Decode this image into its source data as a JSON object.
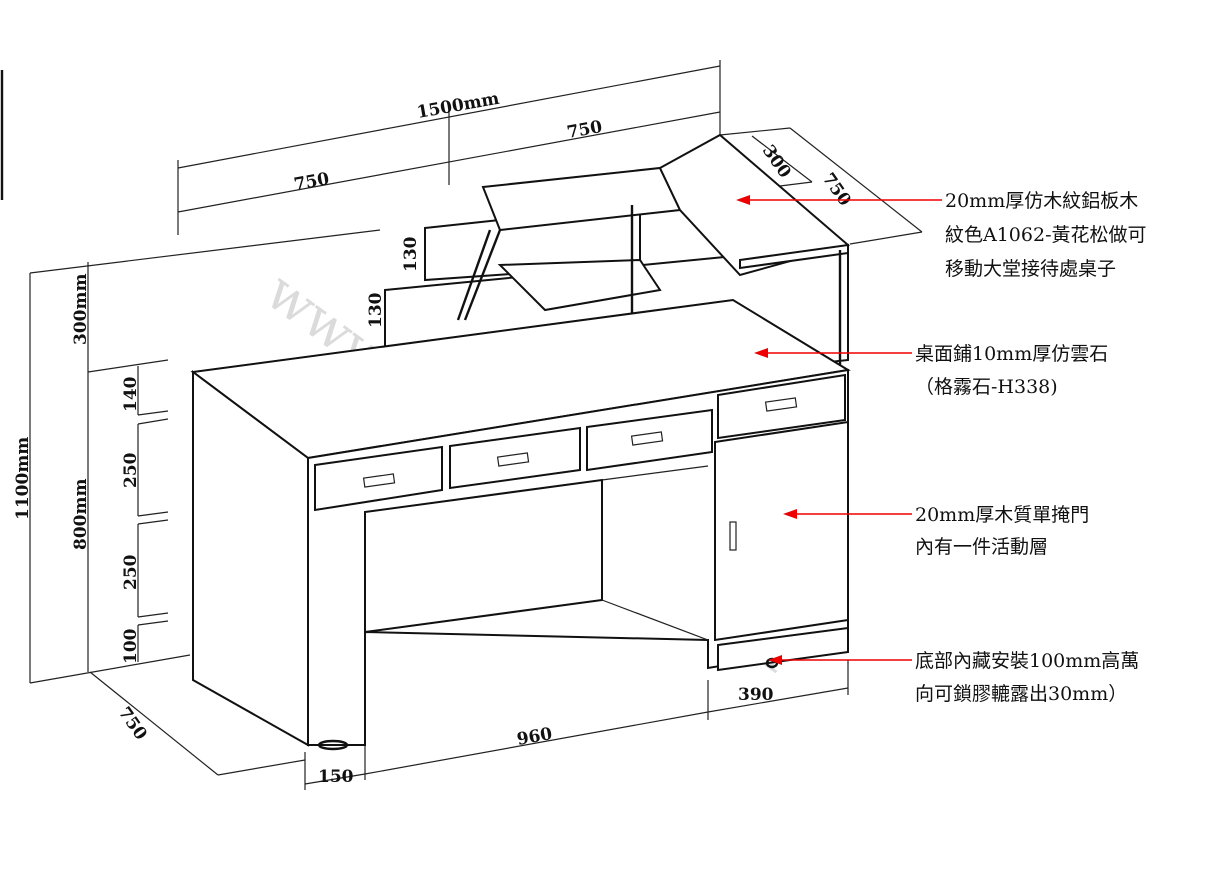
{
  "dimensions": {
    "total_width": "1500mm",
    "top_left_width": "750",
    "top_right_width": "750",
    "hutch_depth": "300",
    "hutch_top_depth": "300",
    "desk_depth_top": "750",
    "hutch_shelf_upper": "130",
    "hutch_shelf_lower": "130",
    "hutch_height": "300mm",
    "total_height": "1100mm",
    "desk_height": "800mm",
    "drawer_height": "140",
    "door_section_upper": "250",
    "door_section_lower": "250",
    "base_height": "100",
    "desk_depth_bottom": "750",
    "leg_width": "150",
    "knee_width": "960",
    "cabinet_width": "390"
  },
  "annotations": [
    {
      "lines": [
        "20mm厚仿木紋鋁板木",
        "紋色A1062-黃花松做可",
        "移動大堂接待處桌子"
      ]
    },
    {
      "lines": [
        "桌面鋪10mm厚仿雲石",
        "（格霧石-H338)"
      ]
    },
    {
      "lines": [
        "20mm厚木質單掩門",
        "內有一件活動層"
      ]
    },
    {
      "lines": [
        "底部內藏安裝100mm高萬",
        "向可鎖膠轆露出30mm）"
      ]
    }
  ],
  "watermark": "www.ming-wah.com.hk",
  "colors": {
    "arrow": "#e00000",
    "line": "#111111",
    "watermark": "#cfcfcf"
  }
}
